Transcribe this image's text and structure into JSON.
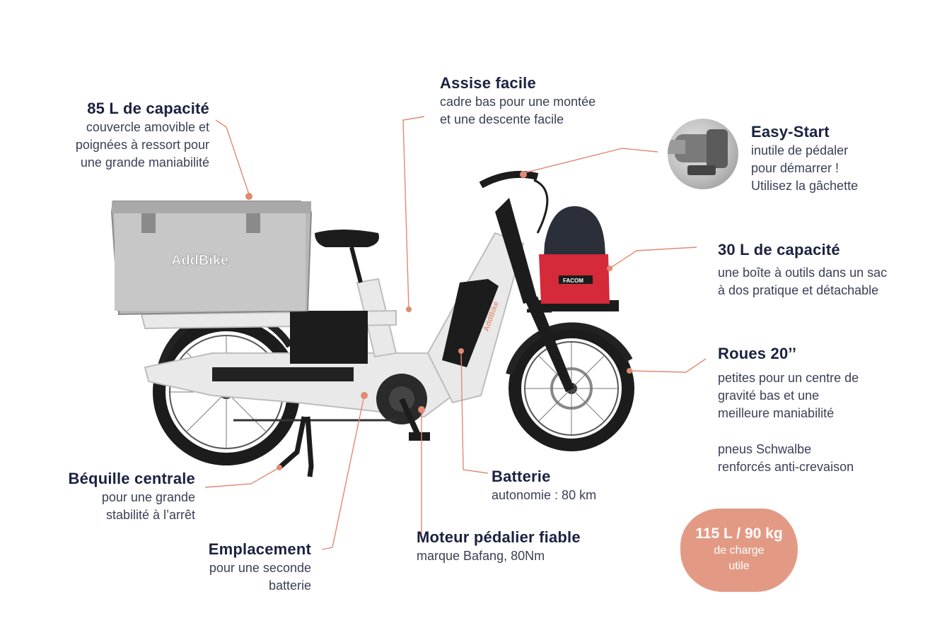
{
  "callouts": {
    "capacity85": {
      "title": "85 L de capacité",
      "lines": [
        "couvercle amovible et",
        "poignées à ressort pour",
        "une grande maniabilité"
      ]
    },
    "assise": {
      "title": "Assise facile",
      "lines": [
        "cadre bas pour une montée",
        "et une descente facile"
      ]
    },
    "easystart": {
      "title": "Easy-Start",
      "lines": [
        "inutile de pédaler",
        "pour démarrer !",
        "Utilisez la gâchette"
      ]
    },
    "capacity30": {
      "title": "30 L de capacité",
      "lines": [
        "une boîte à outils dans un sac",
        "à dos pratique et détachable"
      ]
    },
    "roues": {
      "title": "Roues 20’’",
      "lines": [
        "petites pour un centre de",
        "gravité bas et une",
        "meilleure maniabilité"
      ],
      "extra": [
        "pneus Schwalbe",
        "renforcés anti-crevaison"
      ]
    },
    "batterie": {
      "title": "Batterie",
      "lines": [
        "autonomie : 80 km"
      ]
    },
    "moteur": {
      "title": "Moteur pédalier fiable",
      "lines": [
        "marque Bafang, 80Nm"
      ]
    },
    "bequille": {
      "title": "Béquille centrale",
      "lines": [
        "pour une grande",
        "stabilité à l’arrêt"
      ]
    },
    "emplacement": {
      "title": "Emplacement",
      "lines": [
        "pour une seconde",
        "batterie"
      ]
    }
  },
  "badge": {
    "big": "115 L / 90 kg",
    "line1": "de charge",
    "line2": "utile"
  },
  "brand": {
    "logo": "AddBike",
    "bag_label": "FACOM"
  },
  "colors": {
    "accent": "#e39a85",
    "line": "#e08a72",
    "text": "#1b2140",
    "frame": "#e9e9e9",
    "bag_red": "#d42a3a"
  }
}
